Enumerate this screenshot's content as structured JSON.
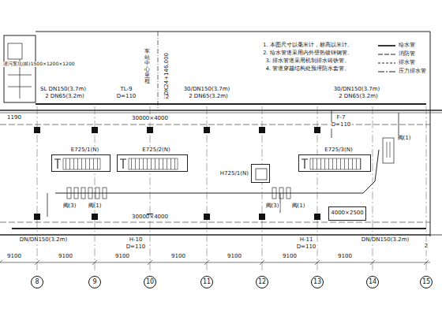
{
  "diagram": {
    "nodes": [
      {
        "text": [
          "E725/1(N)"
        ]
      },
      {
        "text": [
          "E725/2(N)"
        ]
      },
      {
        "text": [
          "H725/1(N)"
        ]
      },
      {
        "text": [
          "E725/3(N)"
        ]
      },
      {
        "text": [
          "4000×2500"
        ]
      },
      {
        "text": [
          "8"
        ]
      },
      {
        "text": [
          "9"
        ]
      },
      {
        "text": [
          "10"
        ]
      },
      {
        "text": [
          "11"
        ]
      },
      {
        "text": [
          "12"
        ]
      },
      {
        "text": [
          "13"
        ]
      },
      {
        "text": [
          "14"
        ]
      },
      {
        "text": [
          "15"
        ]
      }
    ],
    "labels": [
      "潜污泵坑(箱)1500×1200×1200",
      "TL-9",
      "D=110",
      "车站中心里程",
      "YDK24+146.000",
      "2",
      "SL DN150(3.7m)",
      "2 DN65(3.2m)",
      "30/DN150(3.7m)",
      "2 DN65(3.2m)",
      "30/DN150(3.7m)",
      "2 DN65(3.2m)",
      "F-7",
      "D=110",
      "30000×4000",
      "30000×4000",
      "1190",
      "DN/DN150(3.2m)",
      "H-10",
      "D=110",
      "H-11",
      "D=110",
      "DN/DN150(3.2m)",
      "9100",
      "9100",
      "9100",
      "9100",
      "9100",
      "9100",
      "9100",
      "1. 本图尺寸以毫米计，标高以米计。",
      "2. 给水管道采用内外壁热镀锌钢管。",
      "3. 排水管道采用机制排水铸铁管。",
      "4. 管道穿越结构处预埋防水套管。",
      "阀(3)",
      "阀(1)",
      "阀(3)",
      "阀(1)",
      "阀(1)",
      "2"
    ],
    "legend": [
      {
        "text": "给水管"
      },
      {
        "text": "消防管"
      },
      {
        "text": "排水管"
      },
      {
        "text": "压力排水管"
      }
    ]
  }
}
